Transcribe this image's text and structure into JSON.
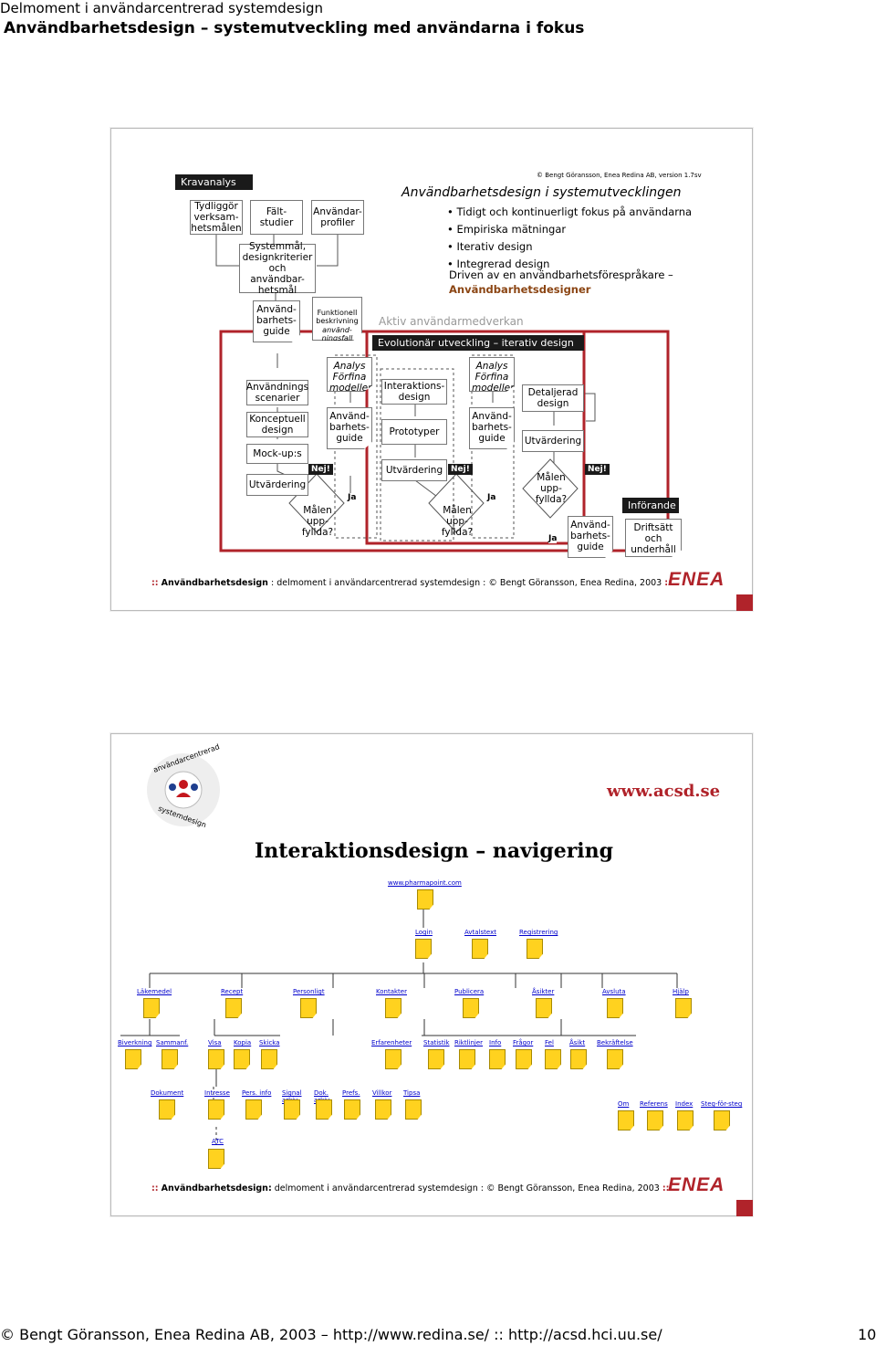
{
  "header": {
    "subtitle": "Delmoment i användarcentrerad systemdesign",
    "title": "Användbarhetsdesign – systemutveckling med användarna i fokus"
  },
  "slide1": {
    "copyright": "© Bengt Göransson, Enea Redina AB, version 1.7sv",
    "title": "Användbarhetsdesign i systemutvecklingen",
    "bullets": [
      "Tidigt och kontinuerligt fokus på användarna",
      "Empiriska mätningar",
      "Iterativ design",
      "Integrerad design"
    ],
    "driven": "Driven av en användbarhetsförespråkare –",
    "designers": "Användbarhetsdesigner",
    "kravanalys": "Kravanalys",
    "tydliggor": "Tydliggör\nverksam-\nhetsmålen",
    "faltstudier": "Fält-\nstudier",
    "anvandarprofiler": "Användar-\nprofiler",
    "systemmal": "Systemmål,\ndesignkriterier\noch användbar-\nhetsmål",
    "guide1": "Använd-\nbarhets-\nguide",
    "funktionell": "Funktionell\nbeskrivning",
    "anvand_fall": "använd-\nningsfall",
    "aktiv": "Aktiv användarmedverkan",
    "evolutionar": "Evolutionär utveckling – iterativ design",
    "scenarier": "Användnings\nscenarier",
    "analys1": "Analys\nFörfina\nmodeller",
    "interaktionsdesign": "Interaktions-\ndesign",
    "analys2": "Analys\nFörfina\nmodeller",
    "detaljerad": "Detaljerad\ndesign",
    "konceptuell": "Konceptuell\ndesign",
    "guide2": "Använd-\nbarhets-\nguide",
    "prototyper": "Prototyper",
    "guide3": "Använd-\nbarhets-\nguide",
    "utvardering3": "Utvärdering",
    "mockups": "Mock-up:s",
    "utvardering1": "Utvärdering",
    "utvardering2": "Utvärdering",
    "malen": "Målen\nupp-\nfyllda?",
    "nej": "Nej!",
    "ja": "Ja",
    "inforande": "Införande",
    "guide4": "Använd-\nbarhets-\nguide",
    "driftsatt": "Driftsätt\noch\nunderhåll",
    "footer_lead": "::",
    "footer_bold": "Användbarhetsdesign",
    "footer_text": ": delmoment i användarcentrerad systemdesign : © Bengt Göransson, Enea Redina, 2003",
    "footer_end": "::",
    "logo": "ENEA"
  },
  "slide2": {
    "logo_text_top": "användarcentrerad",
    "logo_text_bottom": "systemdesign",
    "site": "www.acsd.se",
    "title": "Interaktionsdesign – navigering",
    "root": "www.pharmapoint.com",
    "level1": [
      "Login",
      "Avtalstext",
      "Registrering"
    ],
    "level2": [
      "Läkemedel",
      "Recept",
      "Personligt",
      "Kontakter",
      "Publicera",
      "Åsikter",
      "Avsluta",
      "Hjälp"
    ],
    "level3": [
      "Biverkning",
      "Sammanf.",
      "Visa",
      "Kopia",
      "Skicka",
      "Erfarenheter",
      "Statistik",
      "Riktlinjer",
      "Info",
      "Frågor",
      "Fel",
      "Åsikt",
      "Bekräftelse"
    ],
    "level4": [
      "Dokument",
      "Intresse",
      "Pers. info",
      "Signal\narkiv",
      "Dok.\narkiv",
      "Prefs.",
      "Villkor",
      "Tipsa"
    ],
    "level4b": [
      "Om",
      "Referens",
      "Index",
      "Steg-för-steg"
    ],
    "level5": [
      "ATC"
    ],
    "footer_lead": "::",
    "footer_bold": "Användbarhetsdesign:",
    "footer_text": "delmoment i användarcentrerad systemdesign : © Bengt Göransson, Enea Redina, 2003",
    "footer_end": "::",
    "logo": "ENEA"
  },
  "footer": {
    "text": "© Bengt Göransson, Enea Redina AB, 2003 – http://www.redina.se/ :: http://acsd.hci.uu.se/",
    "page": "10"
  }
}
